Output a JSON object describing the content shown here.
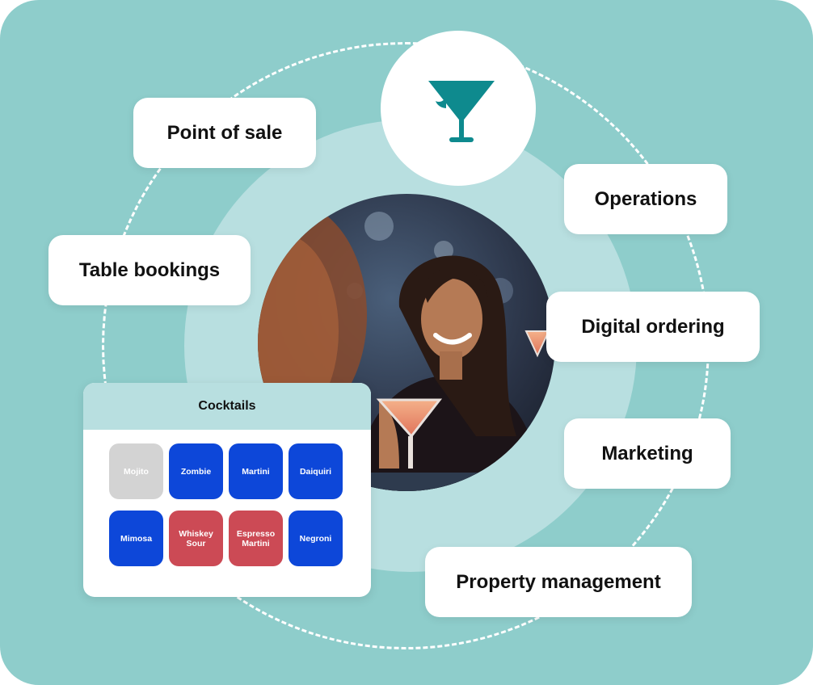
{
  "center_icon": "cocktail-glass-icon",
  "photo": "woman-smiling-holding-cocktail",
  "features": {
    "point_of_sale": "Point of sale",
    "table_bookings": "Table bookings",
    "operations": "Operations",
    "digital_ordering": "Digital ordering",
    "marketing": "Marketing",
    "property_management": "Property management"
  },
  "menu": {
    "title": "Cocktails",
    "items": [
      {
        "label": "Mojito",
        "color": "#d3d3d3"
      },
      {
        "label": "Zombie",
        "color": "#0d47d9"
      },
      {
        "label": "Martini",
        "color": "#0d47d9"
      },
      {
        "label": "Daiquiri",
        "color": "#0d47d9"
      },
      {
        "label": "Mimosa",
        "color": "#0d47d9"
      },
      {
        "label": "Whiskey Sour",
        "color": "#cc4a55"
      },
      {
        "label": "Espresso Martini",
        "color": "#cc4a55"
      },
      {
        "label": "Negroni",
        "color": "#0d47d9"
      }
    ]
  },
  "colors": {
    "background": "#8ecdcb",
    "halo": "#b8dfe0",
    "accent": "#0e8a8e"
  }
}
